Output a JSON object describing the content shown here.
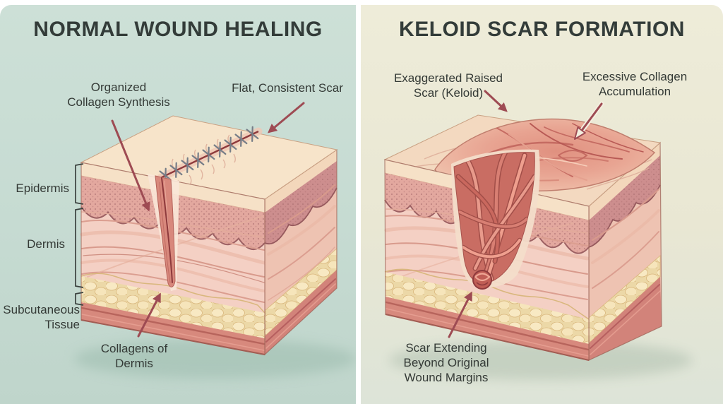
{
  "left_panel": {
    "title": "NORMAL WOUND HEALING",
    "annotations": {
      "organized_collagen": "Organized\nCollagen Synthesis",
      "flat_scar": "Flat, Consistent Scar",
      "collagens_of_dermis": "Collagens of\nDermis"
    },
    "layer_labels": {
      "epidermis": "Epidermis",
      "dermis": "Dermis",
      "subcutaneous": "Subcutaneous\nTissue"
    }
  },
  "right_panel": {
    "title": "KELOID SCAR FORMATION",
    "annotations": {
      "exaggerated_raised": "Exaggerated Raised\nScar (Keloid)",
      "excessive_collagen": "Excessive Collagen\nAccumulation",
      "scar_extending": "Scar Extending\nBeyond Original\nWound Margins"
    }
  },
  "colors": {
    "left_background": "#cde0d7",
    "right_background_top": "#eeecd9",
    "right_background_bottom": "#dde4d8",
    "divider": "#ffffff",
    "title_text": "#333c39",
    "label_text": "#343a36",
    "arrow": "#9e4b53",
    "skin_surface": "#f7e4ca",
    "epidermis_band": "#e3a89f",
    "dermis_tissue": "#f4d0c4",
    "fat_tissue": "#ecd8a7",
    "muscle_band": "#d7897d",
    "keloid_tissue": "#c96d63"
  }
}
